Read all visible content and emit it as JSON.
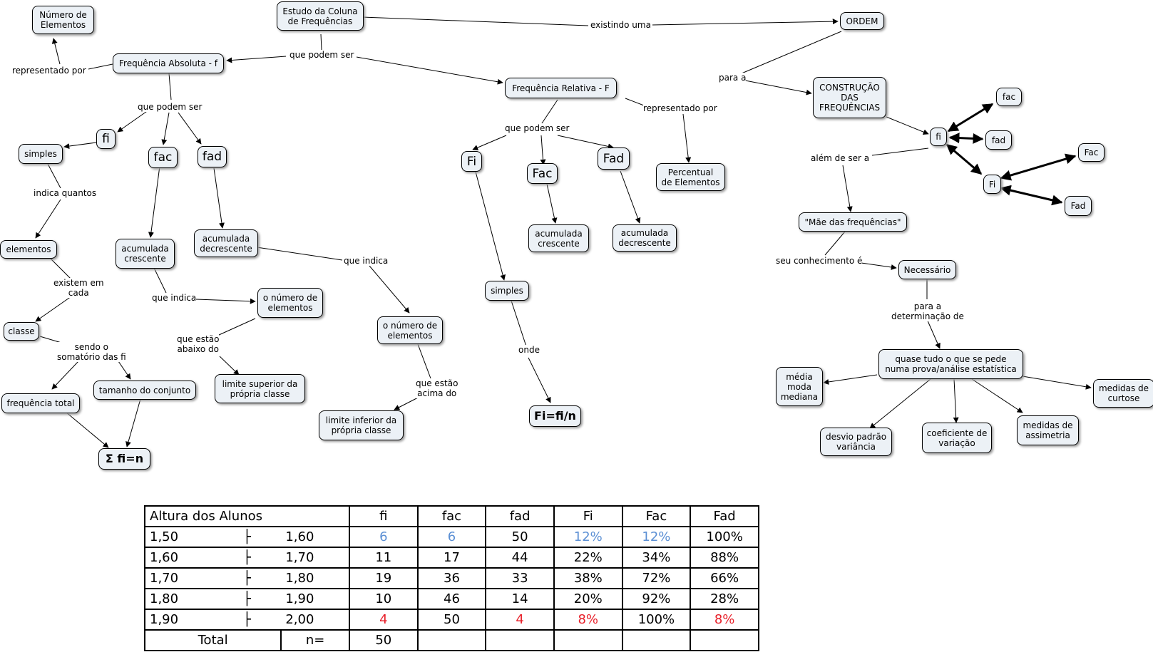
{
  "diagram": {
    "nodes": {
      "estudo": "Estudo da Coluna\nde Frequências",
      "ordem": "ORDEM",
      "numero_elementos": "Número de\nElementos",
      "freq_absoluta": "Frequência Absoluta - f",
      "freq_relativa": "Frequência Relativa - F",
      "construcao": "CONSTRUÇÃO\nDAS\nFREQUÊNCIAS",
      "fac_small": "fac",
      "fi_small": "fi",
      "fad_small": "fad",
      "Fac_small": "Fac",
      "Fi_small": "Fi",
      "Fad_small": "Fad",
      "simples_abs": "simples",
      "fi_abs": "fi",
      "fac_abs": "fac",
      "fad_abs": "fad",
      "Fi_rel": "Fi",
      "Fac_rel": "Fac",
      "Fad_rel": "Fad",
      "percentual": "Percentual\nde Elementos",
      "mae": "\"Mãe das frequências\"",
      "necessario": "Necessário",
      "elementos": "elementos",
      "acum_cresc_abs": "acumulada\ncrescente",
      "acum_decr_abs": "acumulada\ndecrescente",
      "acum_cresc_rel": "acumulada\ncrescente",
      "acum_decr_rel": "acumulada\ndecrescente",
      "simples_rel": "simples",
      "classe": "classe",
      "num_elem_1": "o número de\nelementos",
      "num_elem_2": "o número de\nelementos",
      "quase_tudo": "quase tudo o que se pede\nnuma prova/análise estatística",
      "media": "média\nmoda\nmediana",
      "curtose": "medidas de\ncurtose",
      "freq_total": "frequência total",
      "tamanho": "tamanho do conjunto",
      "limite_sup": "limite superior da\nprópria classe",
      "limite_inf": "limite inferior da\nprópria classe",
      "formula_F": "Fi=fi/n",
      "desvio": "desvio padrão\nvariância",
      "coeficiente": "coeficiente de\nvariação",
      "assimetria": "medidas de\nassimetria",
      "soma": "Σ fi=n"
    },
    "labels": {
      "existindo_uma": "existindo uma",
      "que_podem_ser_top": "que podem ser",
      "representado_por_1": "representado por",
      "para_a_1": "para a",
      "que_podem_ser_abs": "que podem ser",
      "representado_por_2": "representado por",
      "que_podem_ser_rel": "que podem ser",
      "alem_de_ser_a": "além de ser a",
      "indica_quantos": "indica quantos",
      "seu_conhecimento": "seu conhecimento é",
      "que_indica_1": "que indica",
      "existem_em_cada": "existem em\ncada",
      "que_indica_2": "que indica",
      "para_a_det": "para a\ndeterminação de",
      "que_estao_abaixo": "que estão\nabaixo do",
      "sendo_o": "sendo o\nsomatório das fi",
      "onde": "onde",
      "que_estao_acima": "que estão\nacima do"
    }
  },
  "table": {
    "header": [
      "Altura dos Alunos",
      "fi",
      "fac",
      "fad",
      "Fi",
      "Fac",
      "Fad"
    ],
    "rows": [
      {
        "low": "1,50",
        "sym": "├",
        "high": "1,60",
        "fi": "6",
        "fac": "6",
        "fad": "50",
        "Fi": "12%",
        "Fac": "12%",
        "Fad": "100%"
      },
      {
        "low": "1,60",
        "sym": "├",
        "high": "1,70",
        "fi": "11",
        "fac": "17",
        "fad": "44",
        "Fi": "22%",
        "Fac": "34%",
        "Fad": "88%"
      },
      {
        "low": "1,70",
        "sym": "├",
        "high": "1,80",
        "fi": "19",
        "fac": "36",
        "fad": "33",
        "Fi": "38%",
        "Fac": "72%",
        "Fad": "66%"
      },
      {
        "low": "1,80",
        "sym": "├",
        "high": "1,90",
        "fi": "10",
        "fac": "46",
        "fad": "14",
        "Fi": "20%",
        "Fac": "92%",
        "Fad": "28%"
      },
      {
        "low": "1,90",
        "sym": "├",
        "high": "2,00",
        "fi": "4",
        "fac": "50",
        "fad": "4",
        "Fi": "8%",
        "Fac": "100%",
        "Fad": "8%"
      }
    ],
    "total": {
      "label": "Total",
      "n_label": "n=",
      "n_value": "50"
    }
  },
  "colors": {
    "node_fill": "#ecf1f6",
    "highlight_blue": "#5b8fd4",
    "highlight_red": "#e8202a"
  }
}
